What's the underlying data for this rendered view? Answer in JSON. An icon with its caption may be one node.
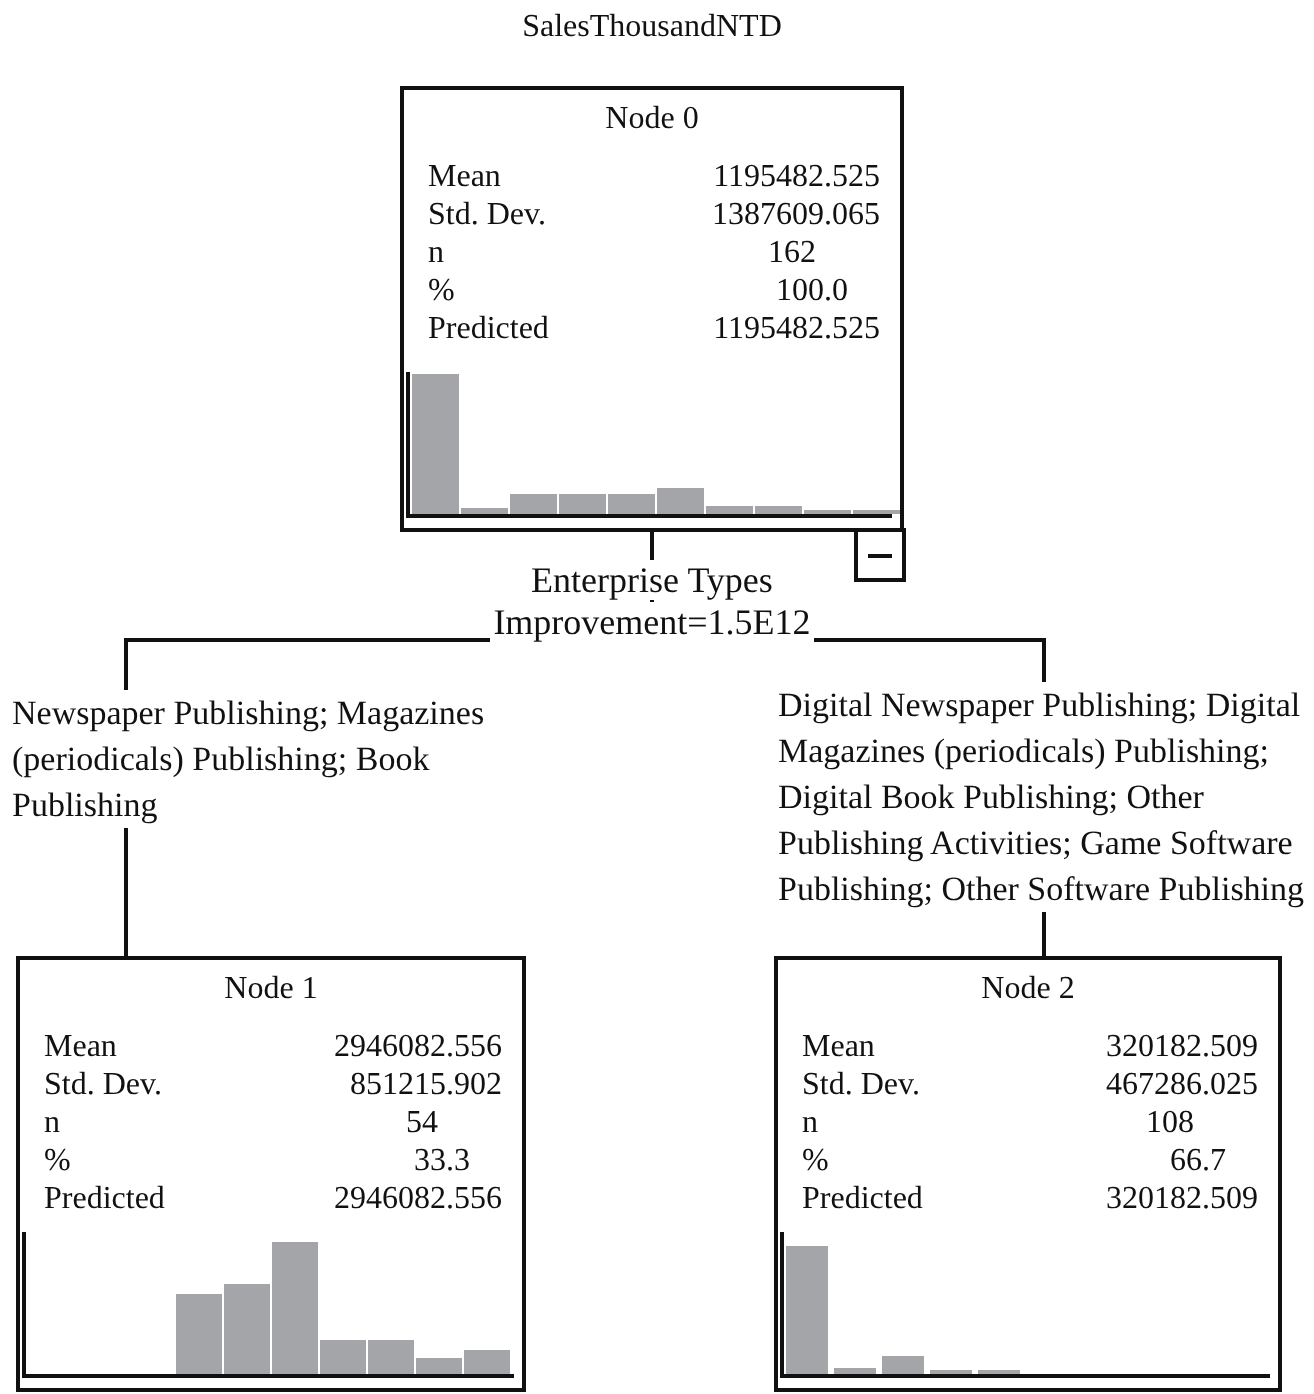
{
  "diagram": {
    "title": "SalesThousandNTD",
    "nodes": [
      {
        "text": [
          "Node 0",
          "Mean",
          "1195482.525",
          "Std. Dev.",
          "1387609.065",
          "n",
          "162",
          "%",
          "100.0",
          "Predicted",
          "1195482.525"
        ],
        "beside": [
          "Enterprise Types",
          "Improvement=1.5E12"
        ]
      },
      {
        "text": [
          "Node 1",
          "Mean",
          "2946082.556",
          "Std. Dev.",
          "851215.902",
          "n",
          "54",
          "%",
          "33.3",
          "Predicted",
          "2946082.556"
        ]
      },
      {
        "text": [
          "Node 2",
          "Mean",
          "320182.509",
          "Std. Dev.",
          "467286.025",
          "n",
          "108",
          "%",
          "66.7",
          "Predicted",
          "320182.509"
        ]
      }
    ],
    "edges": [
      {
        "from": 0,
        "to": 1,
        "arrow": "none",
        "label": "Newspaper Publishing; Magazines (periodicals) Publishing; Book Publishing"
      },
      {
        "from": 0,
        "to": 2,
        "arrow": "none",
        "label": "Digital Newspaper Publishing; Digital Magazines (periodicals) Publishing; Digital Book Publishing; Other Publishing Activities; Game Software Publishing; Other Software Publishing"
      }
    ]
  }
}
